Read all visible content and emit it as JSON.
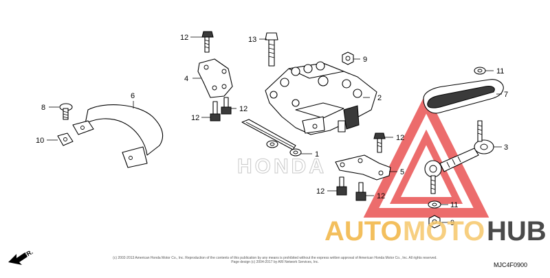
{
  "callouts": [
    {
      "id": "c13",
      "label": "13"
    },
    {
      "id": "c12a",
      "label": "12"
    },
    {
      "id": "c9a",
      "label": "9"
    },
    {
      "id": "c4",
      "label": "4"
    },
    {
      "id": "c6",
      "label": "6"
    },
    {
      "id": "c2",
      "label": "2"
    },
    {
      "id": "c8",
      "label": "8"
    },
    {
      "id": "c12b",
      "label": "12"
    },
    {
      "id": "c12c",
      "label": "12"
    },
    {
      "id": "c10",
      "label": "10"
    },
    {
      "id": "c1",
      "label": "1"
    },
    {
      "id": "c11a",
      "label": "11"
    },
    {
      "id": "c7",
      "label": "7"
    },
    {
      "id": "c3",
      "label": "3"
    },
    {
      "id": "c12d",
      "label": "12"
    },
    {
      "id": "c5",
      "label": "5"
    },
    {
      "id": "c12e",
      "label": "12"
    },
    {
      "id": "c12f",
      "label": "12"
    },
    {
      "id": "c11b",
      "label": "11"
    },
    {
      "id": "c9b",
      "label": "9"
    }
  ],
  "direction_label": "FR.",
  "diagram_code": "MJC4F0900",
  "footer": {
    "line1": "(c) 2002-2013 American Honda Motor Co., Inc. Reproduction of the contents of this publication by any means is prohibited without the express written approval of American Honda Motor Co., Inc. All rights reserved.",
    "line2": "Page design (c) 2004-2017 by ARI Network Services, Inc."
  },
  "watermark": {
    "part1": "AUTO",
    "part2": "MOTO",
    "part3": "HUB",
    "brand": "HONDA",
    "accent_color": "#e63c3c",
    "secondary_color": "#f2b441"
  }
}
